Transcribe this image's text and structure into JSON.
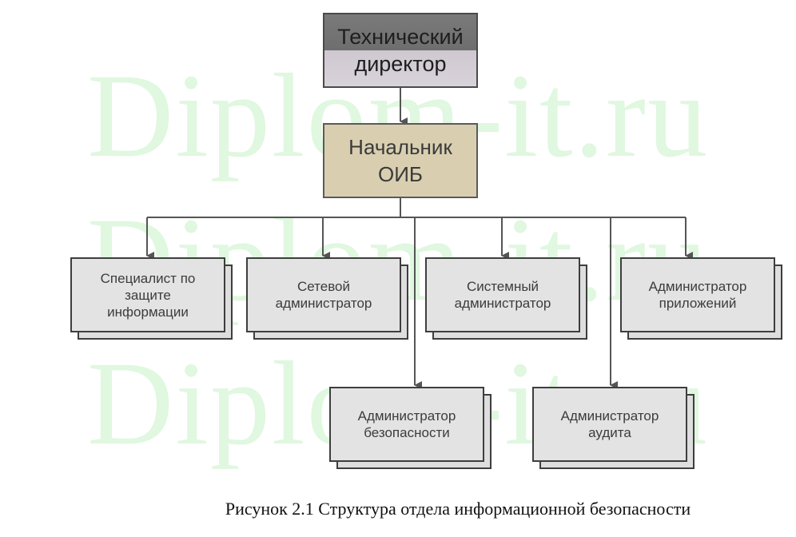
{
  "watermark": {
    "lines": [
      "Diplom-it.ru",
      "Diplom-it.ru",
      "Diplom-it.ru"
    ]
  },
  "nodes": {
    "technical_director": "Технический\nдиректор",
    "head_oib": "Начальник\nОИБ",
    "info_security_specialist": "Специалист по\nзащите\nинформации",
    "network_admin": "Сетевой\nадминистратор",
    "system_admin": "Системный\nадминистратор",
    "application_admin": "Администратор\nприложений",
    "security_admin": "Администратор\nбезопасности",
    "audit_admin": "Администратор\nаудита"
  },
  "caption": "Рисунок 2.1 Структура отдела информационной безопасности",
  "colors": {
    "top_node_dark": "#6e6e6e",
    "top_node_light": "#d8d2da",
    "head_node": "#d9cfb0",
    "box_fill": "#e3e3e3",
    "connector": "#555555",
    "watermark": "#c7f2c7"
  }
}
